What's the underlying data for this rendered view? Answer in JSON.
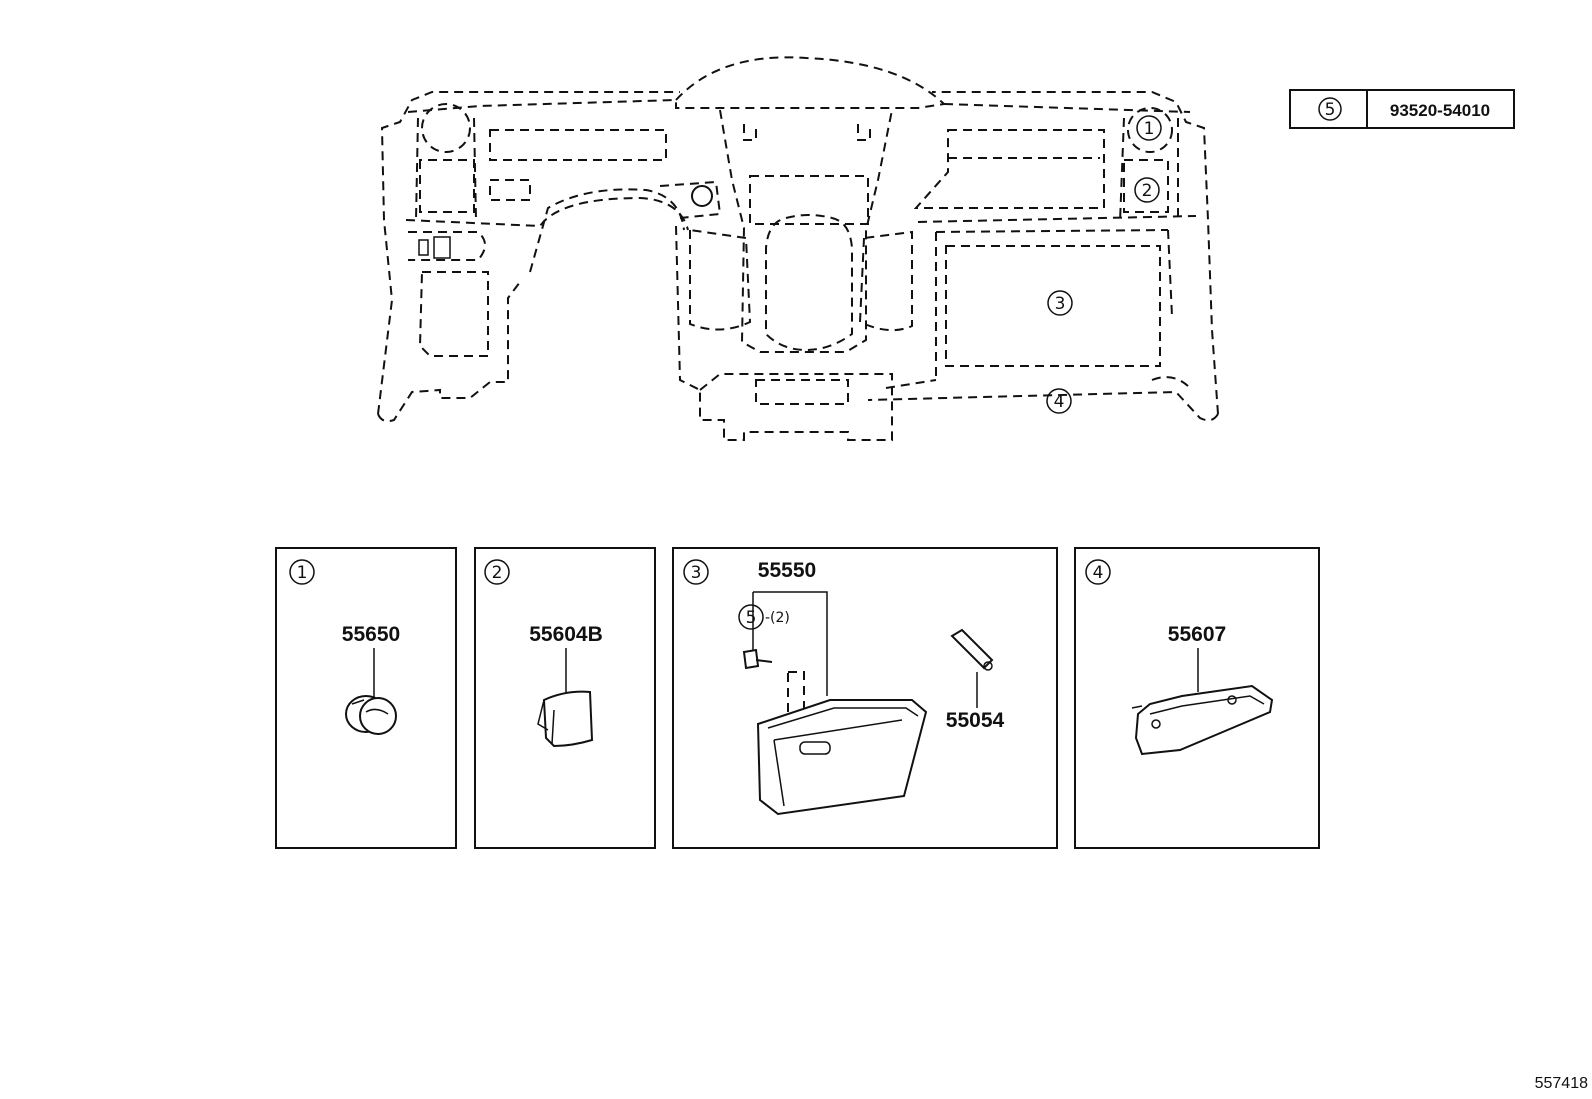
{
  "legend": {
    "ref": "5",
    "part_number": "93520-54010"
  },
  "overview_callouts": [
    "1",
    "2",
    "3",
    "4"
  ],
  "panels": [
    {
      "ref": "1",
      "parts": [
        "55650"
      ]
    },
    {
      "ref": "2",
      "parts": [
        "55604B"
      ]
    },
    {
      "ref": "3",
      "parts": [
        "55550",
        "55054"
      ],
      "screw": {
        "ref": "5",
        "qty": "-(2)"
      }
    },
    {
      "ref": "4",
      "parts": [
        "55607"
      ]
    }
  ],
  "diagram_id": "557418"
}
